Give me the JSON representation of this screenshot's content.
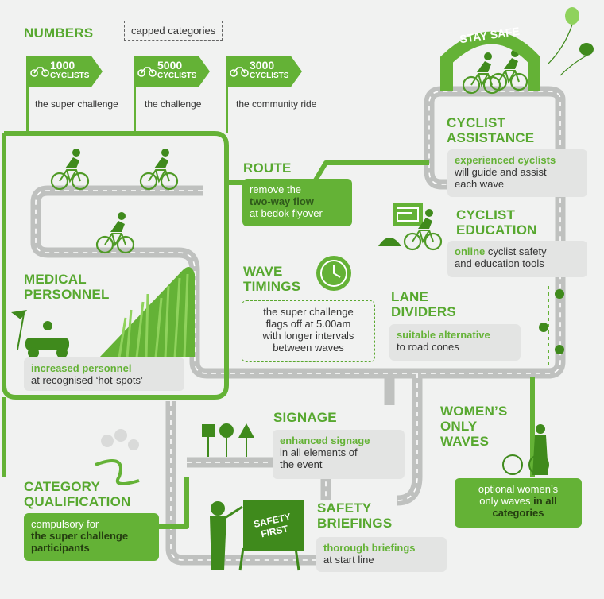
{
  "numbers": {
    "heading": "NUMBERS",
    "capped": "capped categories",
    "flags": [
      {
        "count": "1000",
        "unit": "CYCLISTS",
        "caption": "the super challenge"
      },
      {
        "count": "5000",
        "unit": "CYCLISTS",
        "caption": "the challenge"
      },
      {
        "count": "3000",
        "unit": "CYCLISTS",
        "caption": "the community ride"
      }
    ]
  },
  "stay_safe": {
    "label": "STAY SAFE"
  },
  "cyclist_assistance": {
    "heading_1": "CYCLIST",
    "heading_2": "ASSISTANCE",
    "highlight": "experienced cyclists",
    "text_1": "will guide and assist",
    "text_2": "each wave"
  },
  "route": {
    "heading": "ROUTE",
    "text_1": "remove the",
    "highlight": "two-way flow",
    "text_2": "at bedok flyover"
  },
  "cyclist_education": {
    "heading_1": "CYCLIST",
    "heading_2": "EDUCATION",
    "highlight": "online",
    "text_1": "cyclist safety",
    "text_2": "and education tools"
  },
  "medical": {
    "heading_1": "MEDICAL",
    "heading_2": "PERSONNEL",
    "highlight": "increased personnel",
    "text": "at recognised ‘hot-spots’"
  },
  "wave_timings": {
    "heading_1": "WAVE",
    "heading_2": "TIMINGS",
    "lines": [
      "the super challenge",
      "flags off at 5.00am",
      "with longer intervals",
      "between waves"
    ]
  },
  "lane_dividers": {
    "heading_1": "LANE",
    "heading_2": "DIVIDERS",
    "highlight": "suitable alternative",
    "text": "to road cones"
  },
  "signage": {
    "heading": "SIGNAGE",
    "highlight": "enhanced signage",
    "text_1": "in all elements of",
    "text_2": "the event"
  },
  "womens": {
    "heading_1": "WOMEN’S",
    "heading_2": "ONLY",
    "heading_3": "WAVES",
    "text_1": "optional women’s",
    "text_2": "only waves",
    "highlight_1": "in all",
    "highlight_2": "categories"
  },
  "category": {
    "heading_1": "CATEGORY",
    "heading_2": "QUALIFICATION",
    "text": "compulsory for",
    "highlight_1": "the super challenge",
    "highlight_2": "participants"
  },
  "safety": {
    "heading_1": "SAFETY",
    "heading_2": "BRIEFINGS",
    "board_1": "SAFETY",
    "board_2": "FIRST",
    "highlight": "thorough briefings",
    "text": "at start line"
  },
  "colors": {
    "green": "#64b236",
    "dark_green": "#3f8a1c",
    "road": "#bfc1bf",
    "background": "#f1f2f1"
  }
}
